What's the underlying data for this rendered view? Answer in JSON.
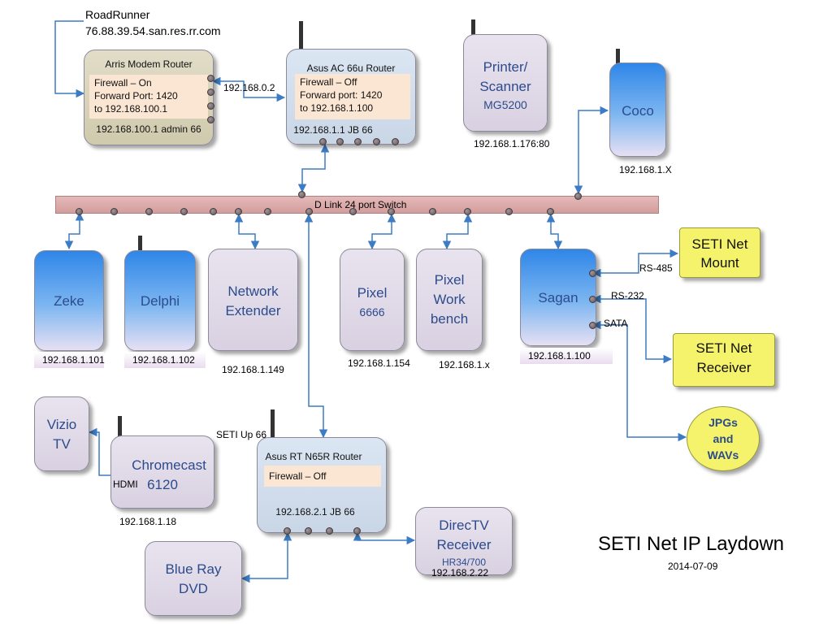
{
  "isp": {
    "name": "RoadRunner",
    "host": "76.88.39.54.san.res.rr.com"
  },
  "modem": {
    "title": "Arris Modem Router",
    "line1": "Firewall – On",
    "line2": "Forward Port:  1420",
    "line3": "to 192.168.100.1",
    "footer": "192.168.100.1 admin 66"
  },
  "asus_ac": {
    "title": "Asus AC 66u Router",
    "line1": "Firewall – Off",
    "line2": "Forward port: 1420",
    "line3": "to 192.168.1.100",
    "footer": "192.168.1.1 JB 66",
    "wan_ip": "192.168.0.2"
  },
  "printer": {
    "line1": "Printer/",
    "line2": "Scanner",
    "model": "MG5200",
    "ip": "192.168.1.176:80"
  },
  "coco": {
    "name": "Coco",
    "ip": "192.168.1.X"
  },
  "switch": {
    "label": "D Link 24 port Switch"
  },
  "zeke": {
    "name": "Zeke",
    "ip": "192.168.1.101"
  },
  "delphi": {
    "name": "Delphi",
    "ip": "192.168.1.102"
  },
  "extender": {
    "line1": "Network",
    "line2": "Extender",
    "ip": "192.168.1.149"
  },
  "pixel": {
    "name": "Pixel",
    "sub": "6666",
    "ip": "192.168.1.154"
  },
  "workbench": {
    "line1": "Pixel",
    "line2": "Work",
    "line3": "bench",
    "ip": "192.168.1.x"
  },
  "sagan": {
    "name": "Sagan",
    "ip": "192.168.1.100",
    "rs485": "RS-485",
    "rs232": "RS-232",
    "sata": "SATA"
  },
  "mount": {
    "line1": "SETI Net",
    "line2": "Mount"
  },
  "receiver": {
    "line1": "SETI Net",
    "line2": "Receiver"
  },
  "media": {
    "line1": "JPGs",
    "line2": "and",
    "line3": "WAVs"
  },
  "vizio": {
    "line1": "Vizio",
    "line2": "TV"
  },
  "chromecast": {
    "name": "Chromecast",
    "sub": "6120",
    "hdmi": "HDMI",
    "ip": "192.168.1.18"
  },
  "asus_rt": {
    "title": "Asus RT N65R Router",
    "line1": "Firewall – Off",
    "footer": "192.168.2.1  JB 66",
    "uplink": "SETI Up 66"
  },
  "bluray": {
    "line1": "Blue Ray",
    "line2": "DVD"
  },
  "directv": {
    "line1": "DirecTV",
    "line2": "Receiver",
    "model": "HR34/700",
    "ip": "192.168.2.22"
  },
  "title": {
    "main": "SETI Net IP Laydown",
    "date": "2014-07-09"
  },
  "colors": {
    "connector": "#3b7cc4",
    "switch": "#d9a3a3",
    "device_blue": "#4a90e2",
    "device_lavender": "#e2dbe8",
    "yellow": "#f5f26b",
    "ip_text": "#2c4b8c"
  }
}
